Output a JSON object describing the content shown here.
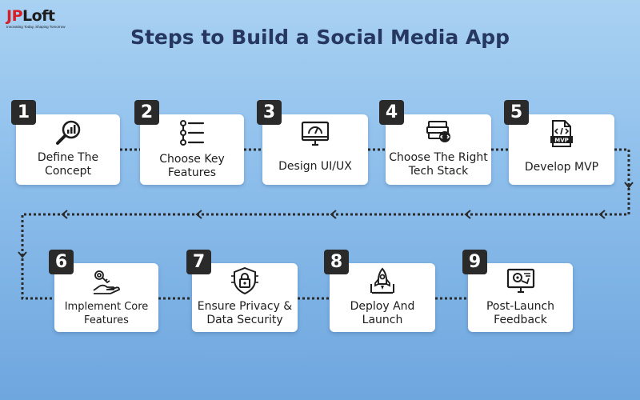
{
  "brand": {
    "name_part1": "JP",
    "name_part2": "Loft",
    "tagline": "Innovating Today, Shaping Tomorrow"
  },
  "title": "Steps to Build a Social Media App",
  "steps": [
    {
      "number": "1",
      "label": "Define The Concept",
      "icon": "analytics-search-icon"
    },
    {
      "number": "2",
      "label": "Choose Key Features",
      "icon": "feature-list-icon"
    },
    {
      "number": "3",
      "label": "Design UI/UX",
      "icon": "design-monitor-icon"
    },
    {
      "number": "4",
      "label": "Choose The Right Tech Stack",
      "icon": "tech-stack-icon"
    },
    {
      "number": "5",
      "label": "Develop MVP",
      "icon": "mvp-file-icon"
    },
    {
      "number": "6",
      "label": "Implement Core Features",
      "icon": "hand-gear-icon"
    },
    {
      "number": "7",
      "label": "Ensure Privacy & Data Security",
      "icon": "security-lock-icon"
    },
    {
      "number": "8",
      "label": "Deploy And Launch",
      "icon": "rocket-launch-icon"
    },
    {
      "number": "9",
      "label": "Post-Launch Feedback",
      "icon": "feedback-monitor-icon"
    }
  ],
  "colors": {
    "background": "#8fc0ec",
    "title": "#26385f",
    "number_badge": "#2a2a2a",
    "card": "#ffffff",
    "connector": "#2a2a2a",
    "brand_red": "#d62028"
  }
}
